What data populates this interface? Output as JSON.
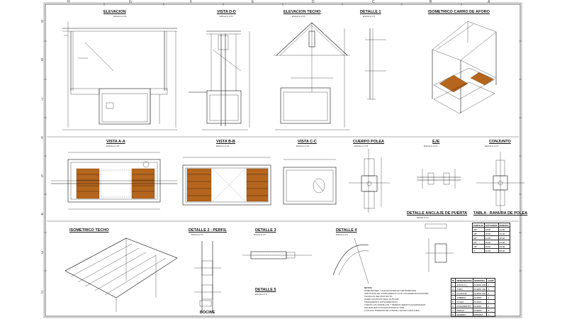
{
  "zones_top": [
    "H",
    "G",
    "F",
    "E",
    "D",
    "C",
    "B",
    "A"
  ],
  "zones_side": [
    "9",
    "8",
    "7",
    "6",
    "5",
    "4",
    "3",
    "2"
  ],
  "views": {
    "elevacion": {
      "title": "ELEVACION",
      "scale": "ESCALA 1:15"
    },
    "vista_dd": {
      "title": "VISTA D-D",
      "scale": "ESCALA 1:15"
    },
    "elevacion_techo": {
      "title": "ELEVACION TECHO",
      "scale": "ESCALA 1:15"
    },
    "detalle_1": {
      "title": "DETALLE 1",
      "scale": "ESCALA 1:5"
    },
    "isometrico_carro": {
      "title": "ISOMETRICO CARRO DE AFORO",
      "scale": ""
    },
    "vista_aa": {
      "title": "VISTA A-A",
      "scale": "ESCALA 1:15"
    },
    "vista_bb": {
      "title": "VISTA B-B",
      "scale": "ESCALA 1:15"
    },
    "vista_cc": {
      "title": "VISTA C-C",
      "scale": "ESCALA 1:15"
    },
    "cuerpo_polea": {
      "title": "CUERPO POLEA",
      "scale": "ESCALA 1:2.5"
    },
    "eje": {
      "title": "EJE",
      "scale": "ESCALA 1:2.5"
    },
    "conjunto": {
      "title": "CONJUNTO",
      "scale": "ESCALA 1:2.5"
    },
    "isometrico_techo": {
      "title": "ISOMETRICO TECHO",
      "scale": ""
    },
    "detalle_2": {
      "title": "DETALLE 2 - PERFIL",
      "scale": "ESCALA 1:5"
    },
    "detalle_3": {
      "title": "DETALLE 3",
      "scale": "ESCALA 1:5"
    },
    "detalle_4": {
      "title": "DETALLE 4",
      "scale": "ESCALA 1:5"
    },
    "detalle_5": {
      "title": "DETALLE 5",
      "scale": "ESCALA 1:5"
    },
    "detalle_anclaje": {
      "title": "DETALLE ANCLAJE DE PUERTA",
      "scale": "ESCALA 1:5"
    },
    "tabla_ranura": {
      "title": "TABLA - RANURA DE POLEA",
      "scale": ""
    },
    "bocine": {
      "title": "BOCINE",
      "scale": ""
    }
  },
  "ranura_table": {
    "headers": [
      "CABLE Ø",
      "ACTUADOR",
      "RANURA"
    ],
    "rows": [
      [
        "3/8\"",
        "14.00",
        "12.00"
      ],
      [
        "3/8\"",
        "19.00",
        "16.00"
      ],
      [
        "5/8\"",
        "21.00",
        "18.00"
      ],
      [
        "3/4\"",
        "25.00",
        "21.00"
      ],
      [
        "7/8\"",
        "29.00",
        "24.00"
      ],
      [
        "1\"",
        "32.00",
        "28.00"
      ]
    ]
  },
  "notes": [
    "NOTAS:",
    "DIMENSIONES Y ELEVACIONES EN CENTIMETROS",
    "VER PLANO DE COMPLEMENTO CON LAS ESPECIFICACIONES",
    "TECNICAS DEL PROYECTO",
    "ACERO ESTRUCTURAL ASTM A36",
    "TRATAMIENTO ANTICORROSIVO",
    "TODOS LOS TORNILLOS Y PERNOS SERAN GALVANIZADOS",
    "SOLDADURA CON ELECTRODO E-7018",
    "LA PLACA INFERIOR DE LA BASE LLEVARA ANCLAJES"
  ],
  "bom": {
    "headers": [
      "N°",
      "DESIGNACION",
      "MATERIAL",
      "CANT."
    ],
    "rows": [
      [
        "1",
        "ANGULO L",
        "ACERO A36",
        "2"
      ],
      [
        "2",
        "TUBO",
        "ACERO A36",
        "1"
      ],
      [
        "3",
        "PLANCHA",
        "ACERO A36",
        "4"
      ],
      [
        "4",
        "TUBERIA",
        "ACERO",
        "2"
      ],
      [
        "5",
        "POLEA",
        "ACERO",
        "4"
      ],
      [
        "6",
        "RODAMIENTO",
        "ACERO",
        "2"
      ],
      [
        "7",
        "PERNO",
        "ACERO",
        "4"
      ],
      [
        "8",
        "MADERA",
        "MADERA",
        "1"
      ]
    ]
  },
  "colors": {
    "wood": "#b5651d",
    "line": "#111111"
  }
}
